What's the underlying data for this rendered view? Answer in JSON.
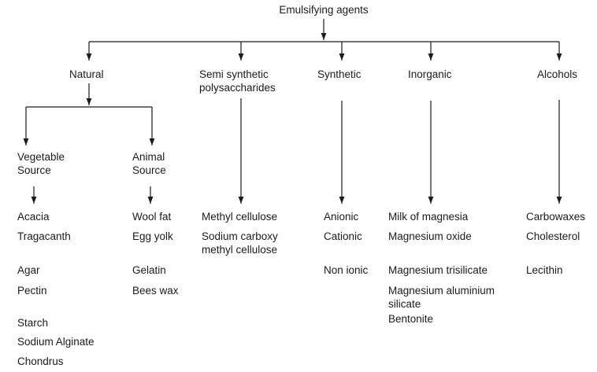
{
  "diagram": {
    "root": "Emulsifying agents",
    "natural": {
      "label": "Natural",
      "vegetable": {
        "label": "Vegetable\nSource",
        "items": [
          "Acacia",
          "Tragacanth",
          "Agar",
          "Pectin",
          "Starch",
          "Sodium Alginate",
          "Chondrus"
        ]
      },
      "animal": {
        "label": "Animal\nSource",
        "items": [
          "Wool fat",
          "Egg yolk",
          "Gelatin",
          "Bees wax"
        ]
      }
    },
    "semi_synthetic": {
      "label": "Semi synthetic\npolysaccharides",
      "items": [
        "Methyl cellulose",
        "Sodium carboxy\nmethyl cellulose"
      ]
    },
    "synthetic": {
      "label": "Synthetic",
      "items": [
        "Anionic",
        "Cationic",
        "Non ionic"
      ]
    },
    "inorganic": {
      "label": "Inorganic",
      "items": [
        "Milk of magnesia",
        "Magnesium oxide",
        "Magnesium trisilicate",
        "Magnesium aluminium\nsilicate",
        "Bentonite"
      ]
    },
    "alcohols": {
      "label": "Alcohols",
      "items": [
        "Carbowaxes",
        "Cholesterol",
        "Lecithin"
      ]
    },
    "line_color": "#1b1b1b"
  }
}
